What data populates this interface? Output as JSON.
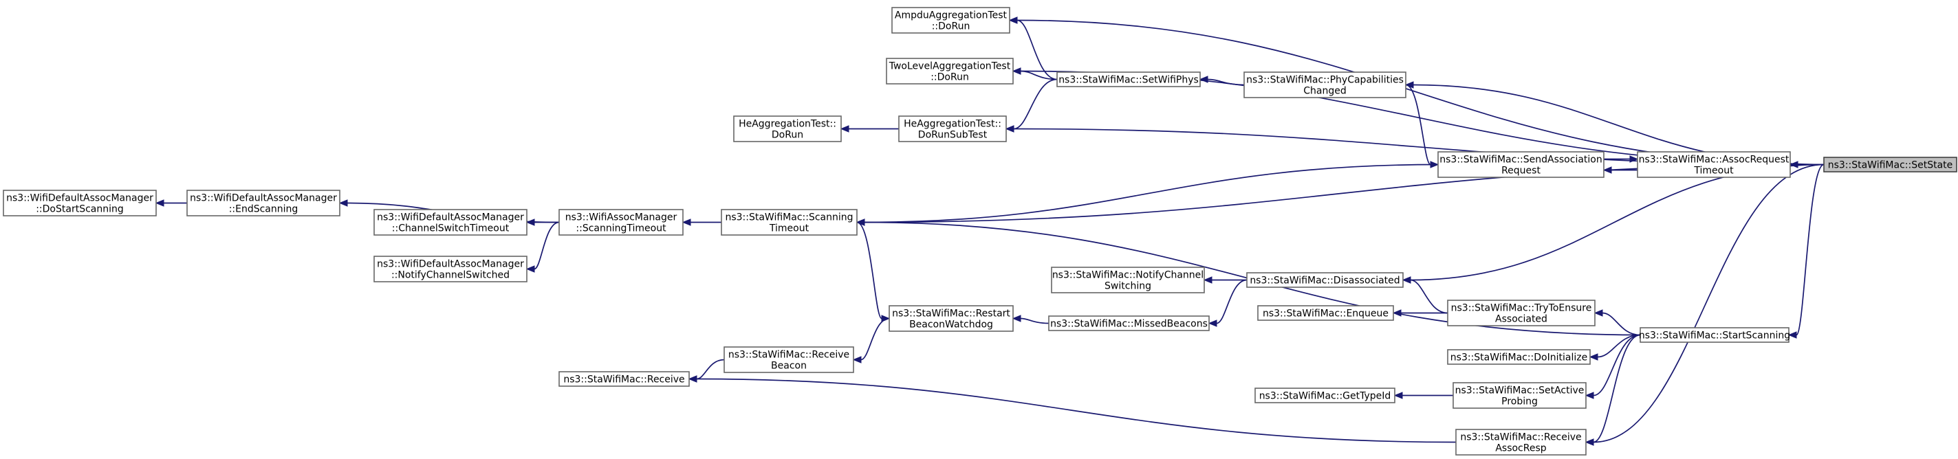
{
  "nodes": [
    {
      "id": "setstate",
      "lines": [
        "ns3::StaWifiMac::SetState"
      ],
      "focus": true
    },
    {
      "id": "ampdu",
      "lines": [
        "AmpduAggregationTest",
        "::DoRun"
      ]
    },
    {
      "id": "twolevel",
      "lines": [
        "TwoLevelAggregationTest",
        "::DoRun"
      ]
    },
    {
      "id": "setwifiphys",
      "lines": [
        "ns3::StaWifiMac::SetWifiPhys"
      ]
    },
    {
      "id": "phycap",
      "lines": [
        "ns3::StaWifiMac::PhyCapabilities",
        "Changed"
      ]
    },
    {
      "id": "hedorun",
      "lines": [
        "HeAggregationTest::",
        "DoRun"
      ]
    },
    {
      "id": "hesubtest",
      "lines": [
        "HeAggregationTest::",
        "DoRunSubTest"
      ]
    },
    {
      "id": "sendassoc",
      "lines": [
        "ns3::StaWifiMac::SendAssociation",
        "Request"
      ]
    },
    {
      "id": "assocreqtimeout",
      "lines": [
        "ns3::StaWifiMac::AssocRequest",
        "Timeout"
      ]
    },
    {
      "id": "dostartscanning",
      "lines": [
        "ns3::WifiDefaultAssocManager",
        "::DoStartScanning"
      ]
    },
    {
      "id": "endscanning",
      "lines": [
        "ns3::WifiDefaultAssocManager",
        "::EndScanning"
      ]
    },
    {
      "id": "channelswitchtimeout",
      "lines": [
        "ns3::WifiDefaultAssocManager",
        "::ChannelSwitchTimeout"
      ]
    },
    {
      "id": "notifychannelswitched",
      "lines": [
        "ns3::WifiDefaultAssocManager",
        "::NotifyChannelSwitched"
      ]
    },
    {
      "id": "scanningtimeoutmgr",
      "lines": [
        "ns3::WifiAssocManager",
        "::ScanningTimeout"
      ]
    },
    {
      "id": "scanningtimeout",
      "lines": [
        "ns3::StaWifiMac::Scanning",
        "Timeout"
      ]
    },
    {
      "id": "notifychannelswitching",
      "lines": [
        "ns3::StaWifiMac::NotifyChannel",
        "Switching"
      ]
    },
    {
      "id": "disassociated",
      "lines": [
        "ns3::StaWifiMac::Disassociated"
      ]
    },
    {
      "id": "restartbeacon",
      "lines": [
        "ns3::StaWifiMac::Restart",
        "BeaconWatchdog"
      ]
    },
    {
      "id": "missedbeacons",
      "lines": [
        "ns3::StaWifiMac::MissedBeacons"
      ]
    },
    {
      "id": "enqueue",
      "lines": [
        "ns3::StaWifiMac::Enqueue"
      ]
    },
    {
      "id": "tryensure",
      "lines": [
        "ns3::StaWifiMac::TryToEnsure",
        "Associated"
      ]
    },
    {
      "id": "startscanning",
      "lines": [
        "ns3::StaWifiMac::StartScanning"
      ]
    },
    {
      "id": "doinitialize",
      "lines": [
        "ns3::StaWifiMac::DoInitialize"
      ]
    },
    {
      "id": "receivebeacon",
      "lines": [
        "ns3::StaWifiMac::Receive",
        "Beacon"
      ]
    },
    {
      "id": "receive",
      "lines": [
        "ns3::StaWifiMac::Receive"
      ]
    },
    {
      "id": "gettypeid",
      "lines": [
        "ns3::StaWifiMac::GetTypeId"
      ]
    },
    {
      "id": "setactiveprobing",
      "lines": [
        "ns3::StaWifiMac::SetActive",
        "Probing"
      ]
    },
    {
      "id": "receiveassocresp",
      "lines": [
        "ns3::StaWifiMac::Receive",
        "AssocResp"
      ]
    }
  ],
  "edges": [
    {
      "from": "ampdu",
      "to": "setstate"
    },
    {
      "from": "ampdu",
      "to": "setwifiphys"
    },
    {
      "from": "twolevel",
      "to": "setstate"
    },
    {
      "from": "twolevel",
      "to": "setwifiphys"
    },
    {
      "from": "setwifiphys",
      "to": "phycap"
    },
    {
      "from": "phycap",
      "to": "setstate"
    },
    {
      "from": "hedorun",
      "to": "hesubtest"
    },
    {
      "from": "hesubtest",
      "to": "setstate"
    },
    {
      "from": "hesubtest",
      "to": "setwifiphys"
    },
    {
      "from": "sendassoc",
      "to": "phycap"
    },
    {
      "from": "sendassoc",
      "to": "assocreqtimeout"
    },
    {
      "from": "assocreqtimeout",
      "to": "sendassoc"
    },
    {
      "from": "assocreqtimeout",
      "to": "setstate"
    },
    {
      "from": "dostartscanning",
      "to": "endscanning"
    },
    {
      "from": "endscanning",
      "to": "scanningtimeoutmgr"
    },
    {
      "from": "channelswitchtimeout",
      "to": "scanningtimeoutmgr"
    },
    {
      "from": "notifychannelswitched",
      "to": "scanningtimeoutmgr"
    },
    {
      "from": "scanningtimeoutmgr",
      "to": "scanningtimeout"
    },
    {
      "from": "scanningtimeout",
      "to": "sendassoc"
    },
    {
      "from": "scanningtimeout",
      "to": "setstate"
    },
    {
      "from": "scanningtimeout",
      "to": "startscanning"
    },
    {
      "from": "notifychannelswitching",
      "to": "disassociated"
    },
    {
      "from": "disassociated",
      "to": "setstate"
    },
    {
      "from": "disassociated",
      "to": "tryensure"
    },
    {
      "from": "missedbeacons",
      "to": "disassociated"
    },
    {
      "from": "restartbeacon",
      "to": "missedbeacons"
    },
    {
      "from": "restartbeacon",
      "to": "scanningtimeout"
    },
    {
      "from": "enqueue",
      "to": "tryensure"
    },
    {
      "from": "tryensure",
      "to": "startscanning"
    },
    {
      "from": "startscanning",
      "to": "setstate"
    },
    {
      "from": "doinitialize",
      "to": "startscanning"
    },
    {
      "from": "receivebeacon",
      "to": "restartbeacon"
    },
    {
      "from": "receive",
      "to": "receivebeacon"
    },
    {
      "from": "receive",
      "to": "receiveassocresp"
    },
    {
      "from": "gettypeid",
      "to": "setactiveprobing"
    },
    {
      "from": "setactiveprobing",
      "to": "startscanning"
    },
    {
      "from": "receiveassocresp",
      "to": "startscanning"
    },
    {
      "from": "receiveassocresp",
      "to": "setstate"
    }
  ]
}
